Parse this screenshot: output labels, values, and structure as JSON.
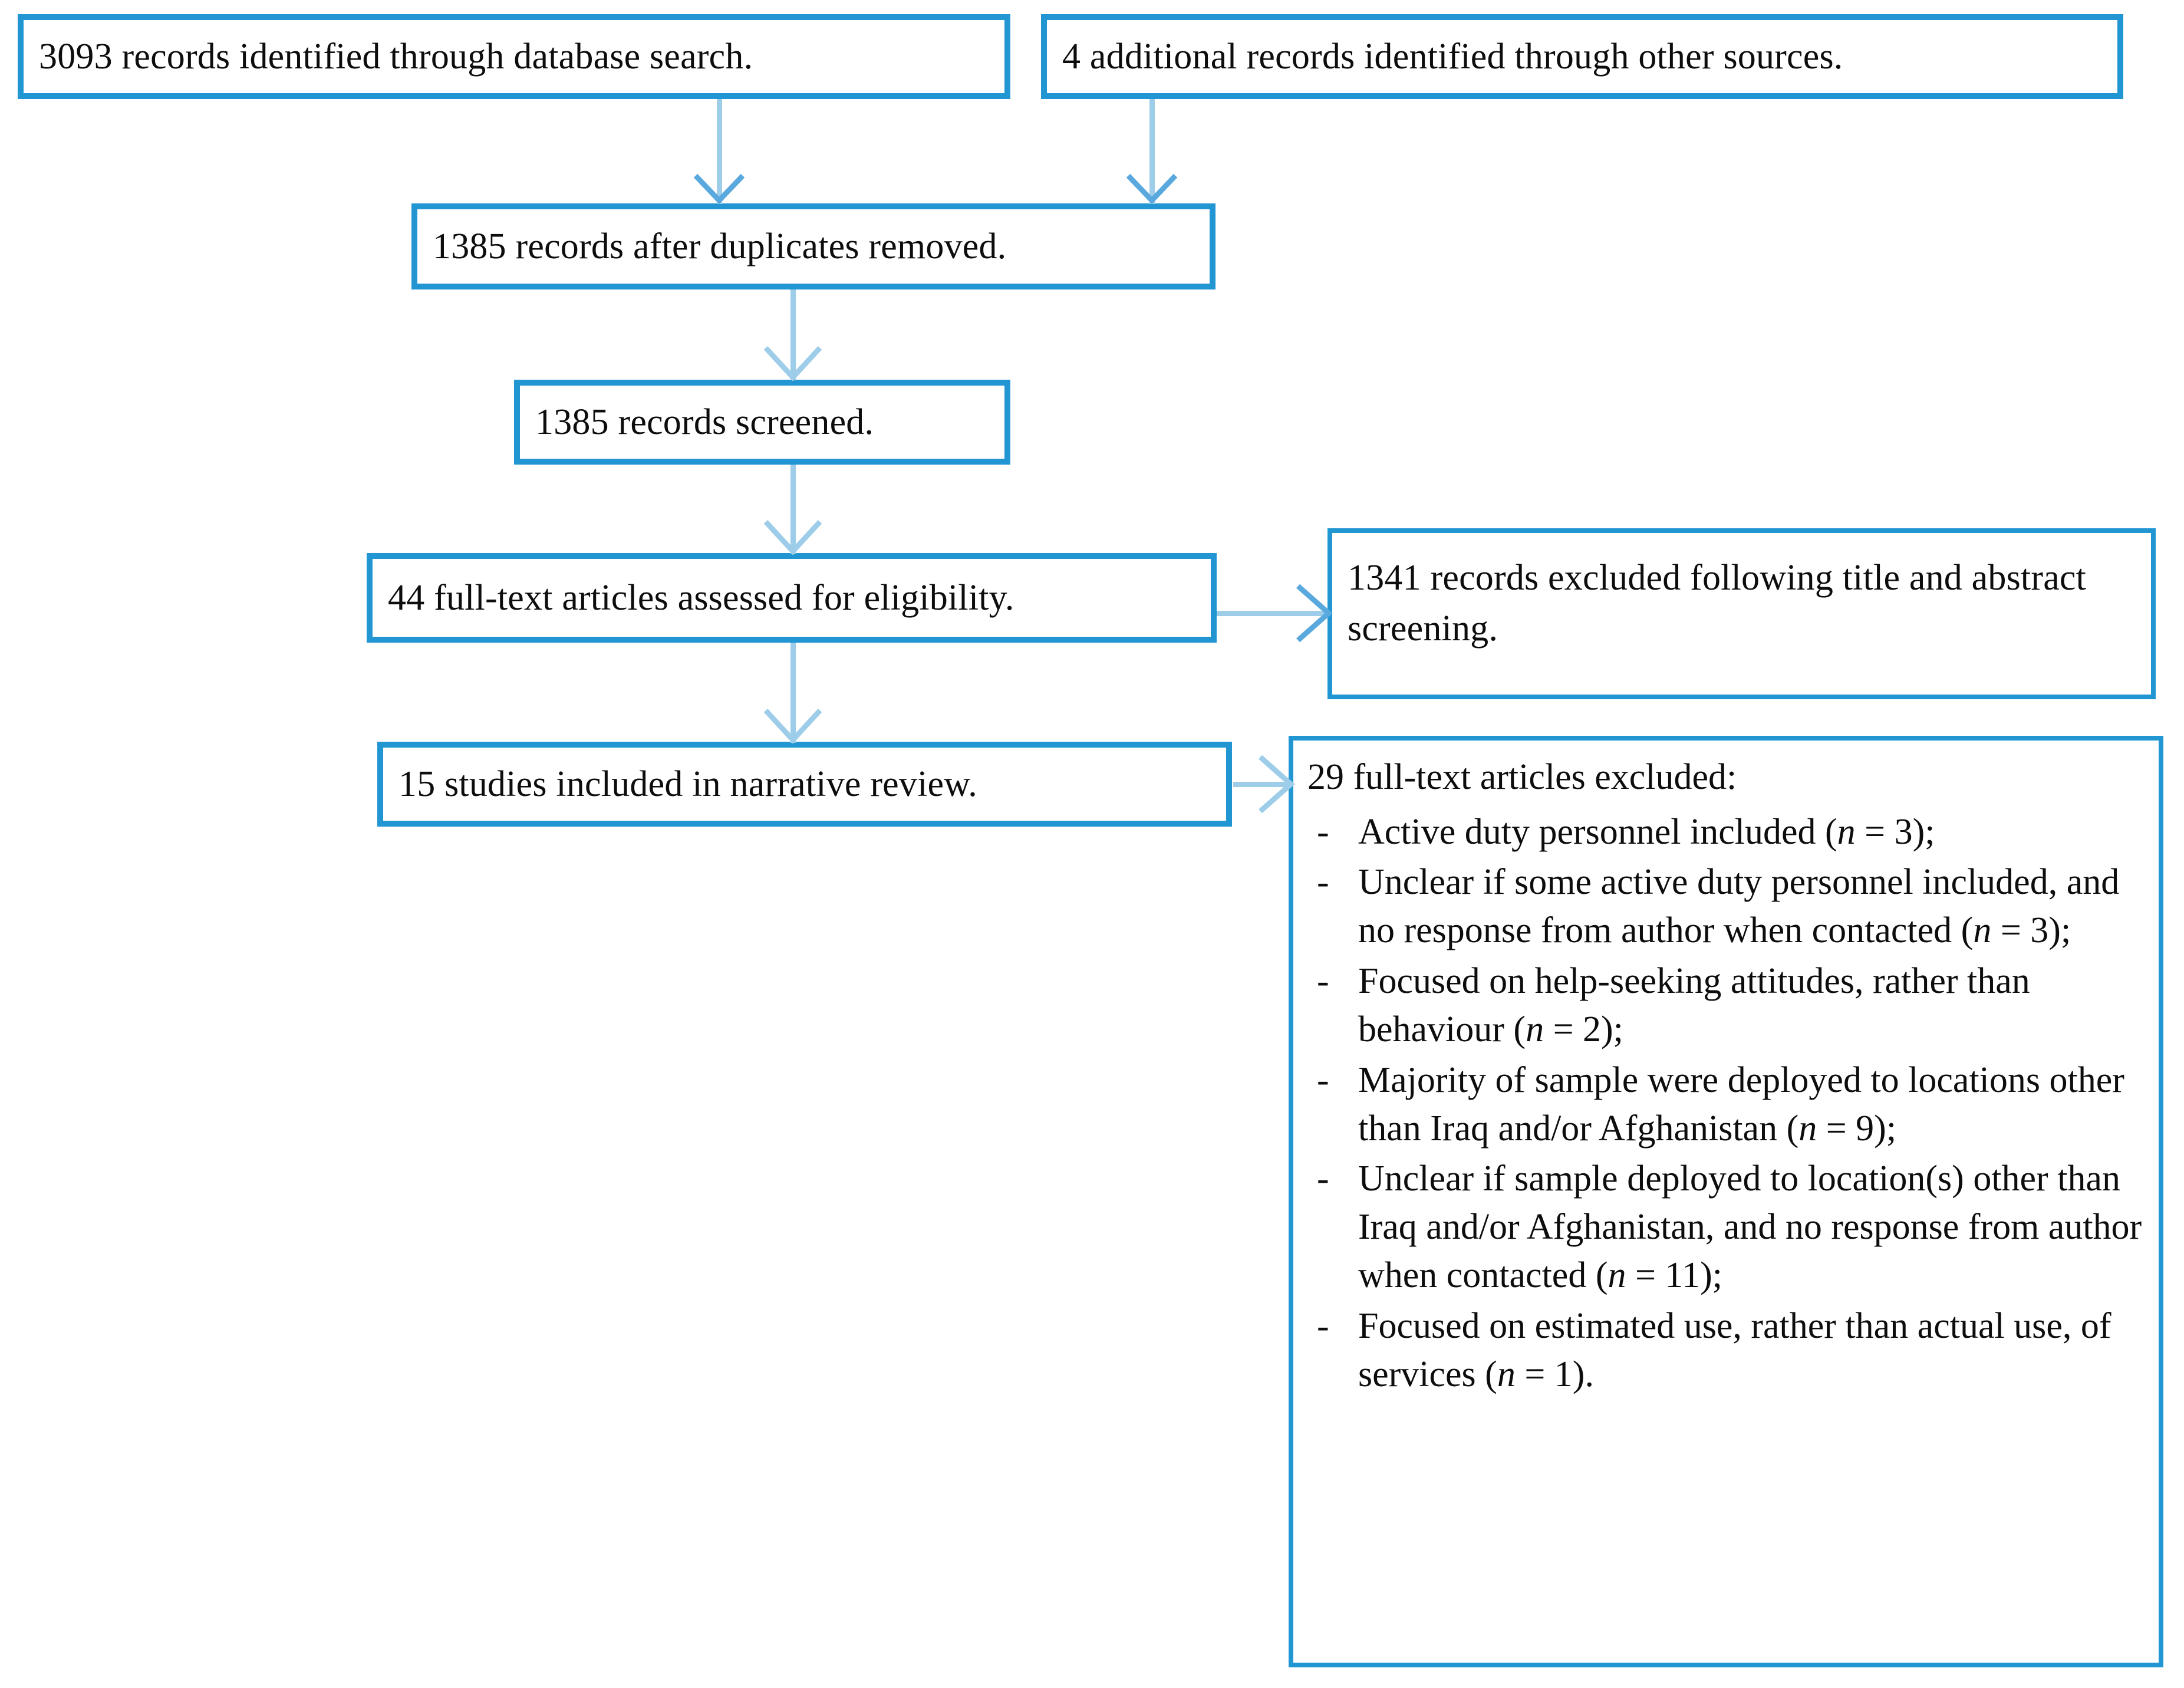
{
  "diagram": {
    "type": "prisma-flow-diagram",
    "accent_color": "#2196d3",
    "connector_color": "#9dcde9",
    "text_color": "#0d0d0d",
    "boxes": {
      "database_search": "3093 records identified through database search.",
      "other_sources": "4 additional records identified through other sources.",
      "duplicates_removed": "1385 records after duplicates removed.",
      "records_screened": "1385 records screened.",
      "full_text_assessed": "44 full-text articles assessed for eligibility.",
      "studies_included": "15 studies included in narrative review.",
      "records_excluded_title_abstract": "1341 records excluded following title and abstract screening.",
      "full_text_excluded_heading": "29 full-text articles excluded:"
    },
    "exclusion_reasons": [
      {
        "bullet": "-",
        "text": "Active duty personnel included (",
        "n_label": "n",
        "eq": " = ",
        "n_value": "3",
        "tail": ");"
      },
      {
        "bullet": "-",
        "text": "Unclear if some active duty personnel included, and no response from author when contacted (",
        "n_label": "n",
        "eq": " = ",
        "n_value": "3",
        "tail": ");"
      },
      {
        "bullet": "-",
        "text": "Focused on help-seeking attitudes, rather than behaviour (",
        "n_label": "n",
        "eq": " = ",
        "n_value": "2",
        "tail": ");"
      },
      {
        "bullet": "-",
        "text": "Majority of sample were deployed to locations other than Iraq and/or Afghanistan (",
        "n_label": "n",
        "eq": " = ",
        "n_value": "9",
        "tail": ");"
      },
      {
        "bullet": "-",
        "text": "Unclear if sample deployed to location(s) other than Iraq and/or Afghanistan, and no response from author when contacted (",
        "n_label": "n",
        "eq": " = ",
        "n_value": "11",
        "tail": ");"
      },
      {
        "bullet": "-",
        "text": "Focused on estimated use, rather than actual use, of services (",
        "n_label": "n",
        "eq": " = ",
        "n_value": "1",
        "tail": ")."
      }
    ],
    "counts": {
      "identified_database": 3093,
      "identified_other": 4,
      "after_duplicates": 1385,
      "screened": 1385,
      "full_text_assessed": 44,
      "included": 15,
      "excluded_title_abstract": 1341,
      "full_text_excluded": 29
    },
    "arrows": [
      {
        "name": "db-to-dupes",
        "direction": "down"
      },
      {
        "name": "other-to-dupes",
        "direction": "down"
      },
      {
        "name": "dupes-to-screened",
        "direction": "down"
      },
      {
        "name": "screened-to-eligible",
        "direction": "down"
      },
      {
        "name": "eligible-to-included",
        "direction": "down"
      },
      {
        "name": "eligible-to-excluded-ta",
        "direction": "right"
      },
      {
        "name": "included-to-excluded-ft",
        "direction": "right"
      }
    ]
  }
}
